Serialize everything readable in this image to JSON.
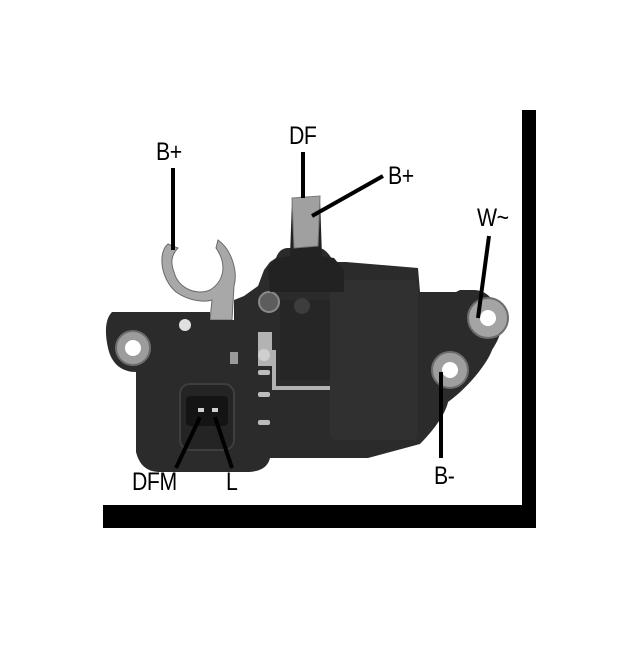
{
  "diagram": {
    "subject": "alternator voltage regulator",
    "colors": {
      "background": "#ffffff",
      "frame": "#000000",
      "housing": "#2b2b2b",
      "housing_light": "#3a3a3a",
      "metal": "#a8a8a8",
      "leader": "#000000",
      "label": "#000000"
    },
    "labels": [
      {
        "id": "b-plus-clip",
        "text": "B+"
      },
      {
        "id": "df",
        "text": "DF"
      },
      {
        "id": "b-plus-brush",
        "text": "B+"
      },
      {
        "id": "w-tilde",
        "text": "W~"
      },
      {
        "id": "dfm",
        "text": "DFM"
      },
      {
        "id": "l",
        "text": "L"
      },
      {
        "id": "b-minus",
        "text": "B-"
      }
    ]
  }
}
